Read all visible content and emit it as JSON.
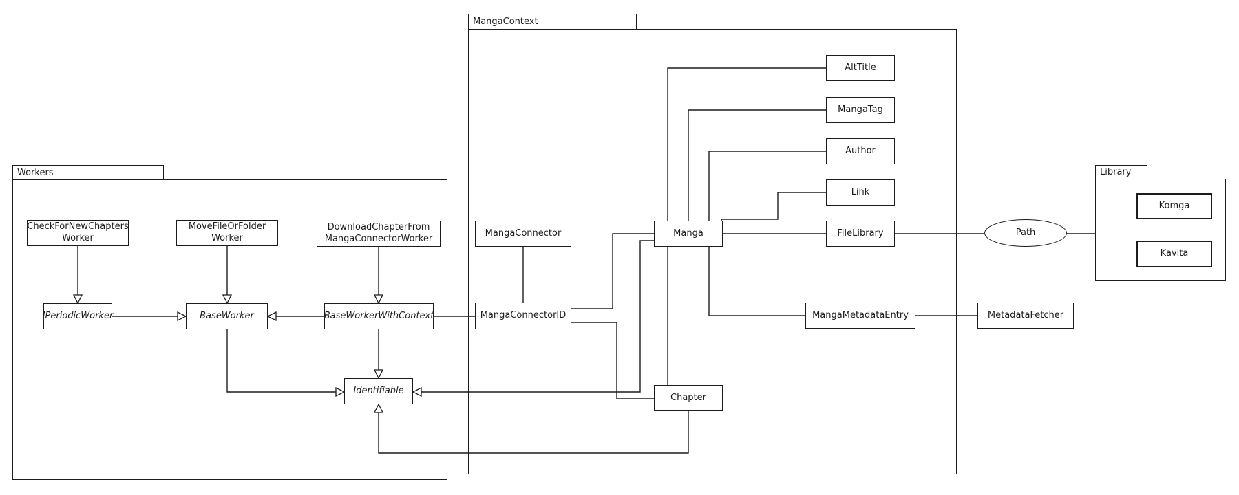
{
  "colors": {
    "line": "#1c1c1c",
    "background": "#ffffff"
  },
  "packages": {
    "workers": {
      "label": "Workers"
    },
    "manga_context": {
      "label": "MangaContext"
    },
    "library": {
      "label": "Library"
    }
  },
  "nodes": {
    "check_for_new_chapters_worker": {
      "line1": "CheckForNewChapters",
      "line2": "Worker"
    },
    "move_file_or_folder_worker": {
      "line1": "MoveFileOrFolder",
      "line2": "Worker"
    },
    "download_chapter_worker": {
      "line1": "DownloadChapterFrom",
      "line2": "MangaConnectorWorker"
    },
    "iperiodic_worker": {
      "label": "IPeriodicWorker",
      "abstract": true
    },
    "base_worker": {
      "label": "BaseWorker",
      "abstract": true
    },
    "base_worker_with_context": {
      "label": "BaseWorkerWithContext",
      "abstract": true
    },
    "identifiable": {
      "label": "Identifiable",
      "abstract": true
    },
    "manga_connector": {
      "label": "MangaConnector"
    },
    "manga_connector_id": {
      "label": "MangaConnectorID"
    },
    "manga": {
      "label": "Manga"
    },
    "chapter": {
      "label": "Chapter"
    },
    "alt_title": {
      "label": "AltTitle"
    },
    "manga_tag": {
      "label": "MangaTag"
    },
    "author": {
      "label": "Author"
    },
    "link": {
      "label": "Link"
    },
    "file_library": {
      "label": "FileLibrary"
    },
    "manga_metadata_entry": {
      "label": "MangaMetadataEntry"
    },
    "metadata_fetcher": {
      "label": "MetadataFetcher"
    },
    "path": {
      "label": "Path",
      "shape": "ellipse"
    },
    "komga": {
      "label": "Komga"
    },
    "kavita": {
      "label": "Kavita"
    }
  },
  "edges": [
    {
      "from": "CheckForNewChaptersWorker",
      "to": "IPeriodicWorker",
      "kind": "generalization"
    },
    {
      "from": "MoveFileOrFolderWorker",
      "to": "BaseWorker",
      "kind": "generalization"
    },
    {
      "from": "DownloadChapterFromMangaConnectorWorker",
      "to": "BaseWorkerWithContext",
      "kind": "generalization"
    },
    {
      "from": "IPeriodicWorker",
      "to": "BaseWorker",
      "kind": "generalization"
    },
    {
      "from": "BaseWorkerWithContext",
      "to": "BaseWorker",
      "kind": "generalization"
    },
    {
      "from": "BaseWorker",
      "to": "Identifiable",
      "kind": "generalization"
    },
    {
      "from": "BaseWorkerWithContext",
      "to": "Identifiable",
      "kind": "generalization"
    },
    {
      "from": "Manga",
      "to": "Identifiable",
      "kind": "generalization"
    },
    {
      "from": "Chapter",
      "to": "Identifiable",
      "kind": "generalization"
    },
    {
      "from": "BaseWorkerWithContext",
      "to": "MangaConnectorID",
      "kind": "association"
    },
    {
      "from": "MangaConnector",
      "to": "MangaConnectorID",
      "kind": "association"
    },
    {
      "from": "MangaConnectorID",
      "to": "Manga",
      "kind": "association"
    },
    {
      "from": "MangaConnectorID",
      "to": "Chapter",
      "kind": "association"
    },
    {
      "from": "Manga",
      "to": "Chapter",
      "kind": "association"
    },
    {
      "from": "Manga",
      "to": "AltTitle",
      "kind": "association"
    },
    {
      "from": "Manga",
      "to": "MangaTag",
      "kind": "association"
    },
    {
      "from": "Manga",
      "to": "Author",
      "kind": "association"
    },
    {
      "from": "Manga",
      "to": "Link",
      "kind": "association"
    },
    {
      "from": "Manga",
      "to": "FileLibrary",
      "kind": "association"
    },
    {
      "from": "FileLibrary",
      "to": "Path",
      "kind": "association"
    },
    {
      "from": "Path",
      "to": "Library",
      "kind": "association"
    },
    {
      "from": "Manga",
      "to": "MangaMetadataEntry",
      "kind": "association"
    },
    {
      "from": "MangaMetadataEntry",
      "to": "MetadataFetcher",
      "kind": "association"
    }
  ]
}
